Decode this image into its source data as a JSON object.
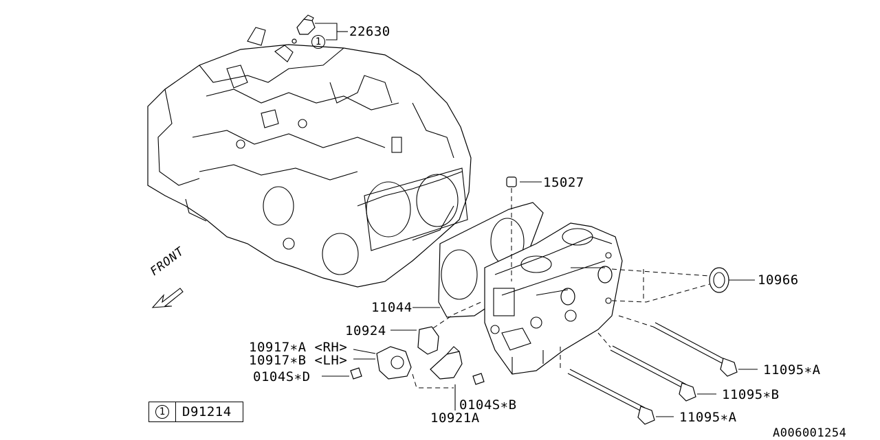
{
  "diagram": {
    "callouts": [
      {
        "id": "22630",
        "text": "22630"
      },
      {
        "id": "15027",
        "text": "15027"
      },
      {
        "id": "10966",
        "text": "10966"
      },
      {
        "id": "11044",
        "text": "11044"
      },
      {
        "id": "10924",
        "text": "10924"
      },
      {
        "id": "10917a",
        "text": "10917∗A <RH>"
      },
      {
        "id": "10917b",
        "text": "10917∗B <LH>"
      },
      {
        "id": "0104sd",
        "text": "0104S∗D"
      },
      {
        "id": "0104sb",
        "text": "0104S∗B"
      },
      {
        "id": "10921a",
        "text": "10921A"
      },
      {
        "id": "11095a1",
        "text": "11095∗A"
      },
      {
        "id": "11095b",
        "text": "11095∗B"
      },
      {
        "id": "11095a2",
        "text": "11095∗A"
      }
    ],
    "callout_marker": "1",
    "front_label": "FRONT",
    "legend": {
      "symbol": "1",
      "code": "D91214"
    },
    "figure_id": "A006001254"
  }
}
